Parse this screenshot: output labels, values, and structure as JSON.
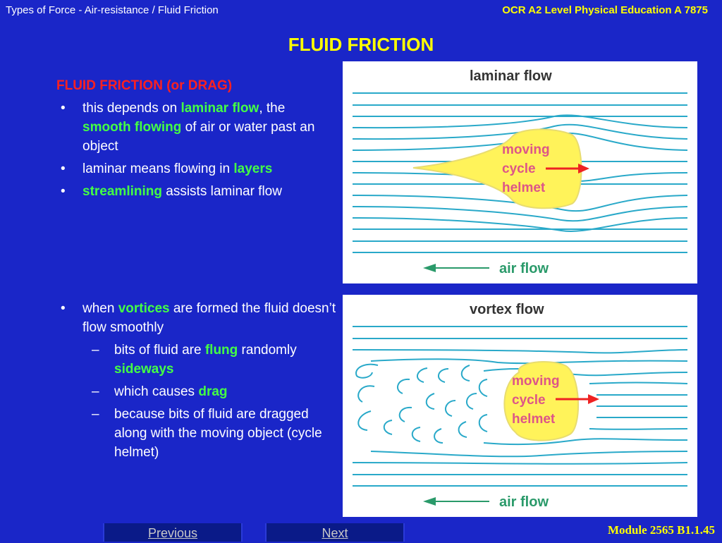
{
  "header": {
    "left": "Types of Force - Air-resistance / Fluid Friction",
    "right": "OCR A2 Level Physical Education A 7875"
  },
  "title": "FLUID FRICTION",
  "section1": {
    "heading": "FLUID FRICTION (or DRAG)",
    "b1": {
      "t1": "this depends on ",
      "g1": "laminar flow",
      "t2": ", the ",
      "g2": "smooth flowing",
      "t3": " of air or water past an object"
    },
    "b2": {
      "t1": "laminar means flowing in ",
      "g1": "layers"
    },
    "b3": {
      "g1": "streamlining",
      "t1": " assists laminar flow"
    }
  },
  "section2": {
    "b1": {
      "t1": "when ",
      "g1": "vortices",
      "t2": " are formed the fluid doesn’t flow smoothly"
    },
    "s1": {
      "t1": "bits of fluid are ",
      "g1": "flung",
      "t2": " randomly ",
      "g2": "sideways"
    },
    "s2": {
      "t1": "which causes ",
      "g1": "drag"
    },
    "s3": {
      "t1": "because bits of fluid are dragged along with the moving object (cycle helmet)"
    }
  },
  "diagrams": {
    "laminar": {
      "title": "laminar flow",
      "label1": "moving",
      "label2": "cycle",
      "label3": "helmet",
      "airflow": "air flow"
    },
    "vortex": {
      "title": "vortex flow",
      "label1": "moving",
      "label2": "cycle",
      "label3": "helmet",
      "airflow": "air flow"
    }
  },
  "nav": {
    "previous": "Previous",
    "next": "Next"
  },
  "footer": {
    "module": "Module 2565 B1.1.45"
  },
  "colors": {
    "background": "#1a26c8",
    "title": "#ffff00",
    "heading": "#ff2020",
    "highlight": "#44ff44",
    "streamline": "#29a9c9",
    "helmet": "#fff35a",
    "helmet_text": "#dd5588",
    "motion_arrow": "#ee2222",
    "airflow_arrow": "#2a9a6a"
  }
}
